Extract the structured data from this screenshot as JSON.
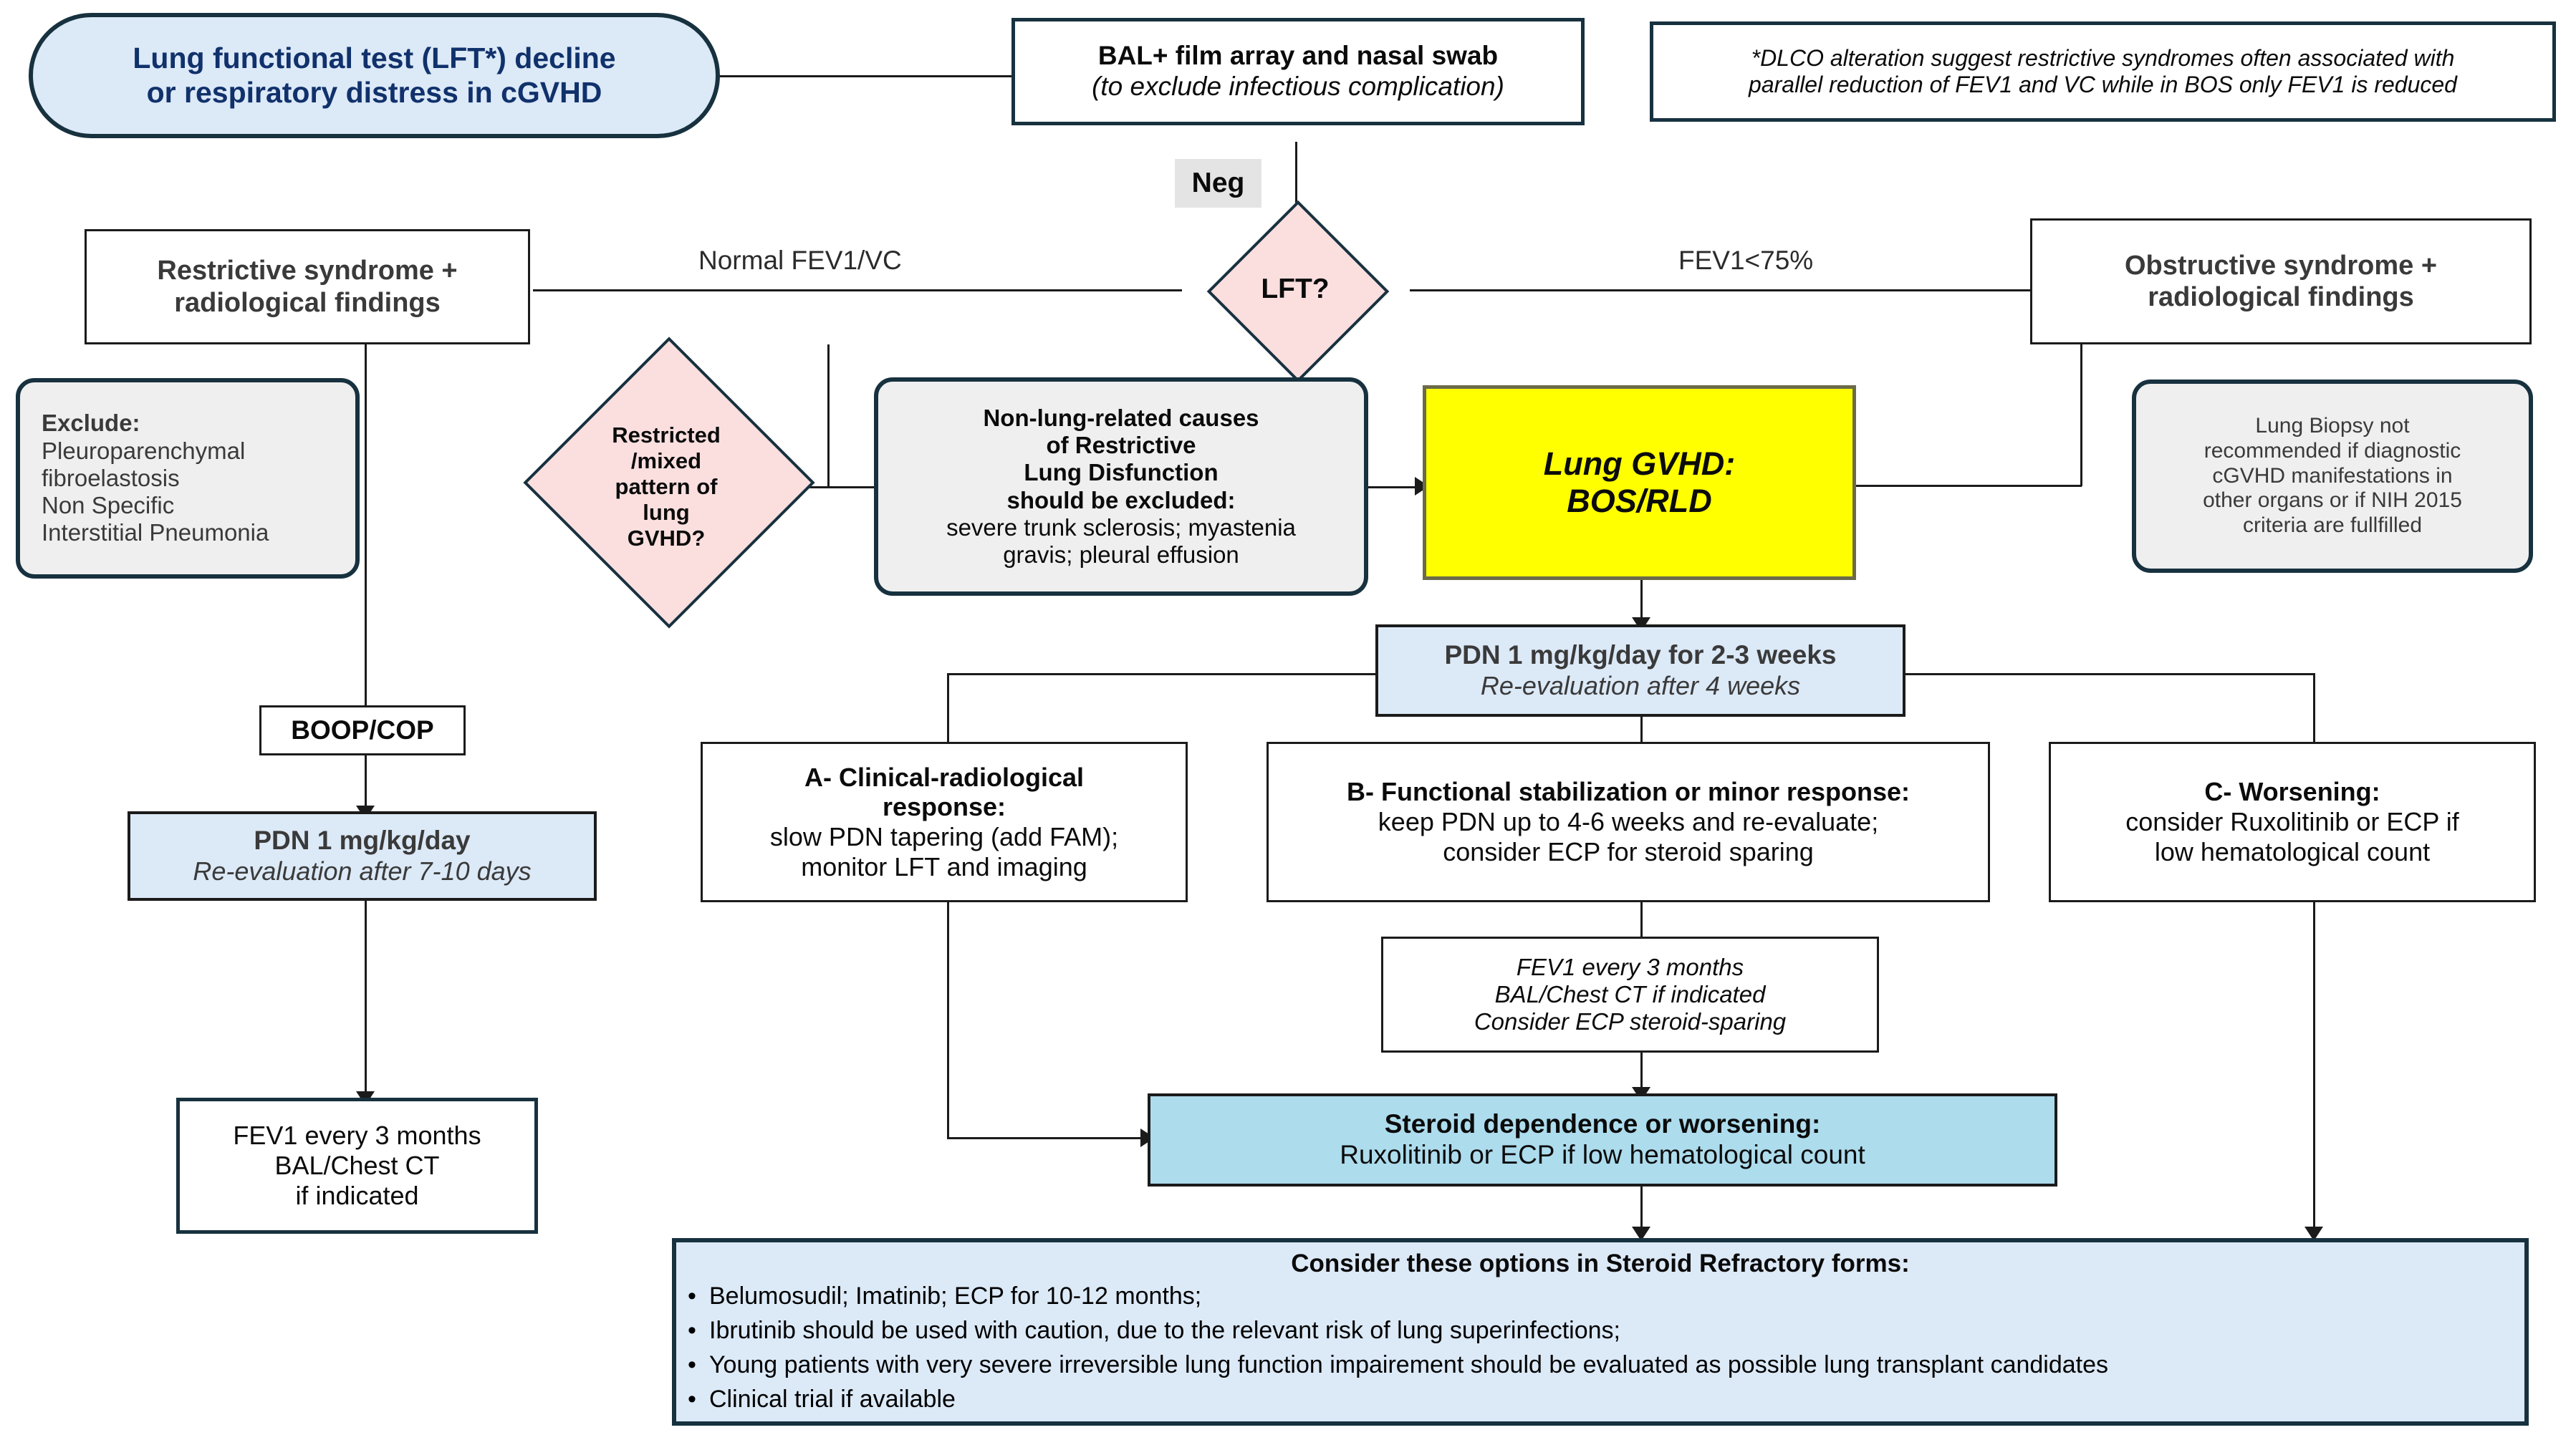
{
  "title": "Lung cGVHD diagnostic and treatment flowchart",
  "nodes": {
    "entry": {
      "line1": "Lung functional test (LFT*) decline",
      "line2": "or respiratory distress in cGVHD"
    },
    "bal": {
      "line1": "BAL+ film array and nasal swab",
      "line2": "(to exclude infectious  complication)"
    },
    "footnote": {
      "line1": "*DLCO alteration suggest restrictive syndromes often associated with",
      "line2": "parallel reduction of FEV1 and VC while in BOS only FEV1 is reduced"
    },
    "neg_label": "Neg",
    "lft_diamond": "LFT?",
    "restrictive": {
      "line1": "Restrictive syndrome +",
      "line2": "radiological findings"
    },
    "obstructive": {
      "line1": "Obstructive syndrome +",
      "line2": "radiological findings"
    },
    "exclude": {
      "heading": "Exclude:",
      "line1": "Pleuroparenchymal",
      "line2": "fibroelastosis",
      "line3": "Non Specific",
      "line4": "Interstitial Pneumonia"
    },
    "restricted_mixed": {
      "line1": "Restricted",
      "line2": "/mixed",
      "line3": "pattern of",
      "line4": "lung",
      "line5": "GVHD?"
    },
    "non_lung": {
      "line1": "Non-lung-related causes",
      "line2": "of Restrictive",
      "line3": "Lung Disfunction",
      "line4": "should be excluded:",
      "line5": "severe trunk sclerosis; myastenia",
      "line6": "gravis; pleural effusion"
    },
    "lung_gvhd": {
      "line1": "Lung GVHD:",
      "line2": "BOS/RLD"
    },
    "lung_biopsy": {
      "line1": "Lung Biopsy not",
      "line2": "recommended if diagnostic",
      "line3": "cGVHD manifestations in",
      "line4": "other organs  or  if NIH 2015",
      "line5": "criteria are fullfilled"
    },
    "pdn_main": {
      "line1": "PDN 1 mg/kg/day for 2-3 weeks",
      "line2": "Re-evaluation after 4 weeks"
    },
    "boop": "BOOP/COP",
    "pdn_left": {
      "line1": "PDN 1 mg/kg/day",
      "line2": "Re-evaluation after 7-10 days"
    },
    "fev1_left": {
      "line1": "FEV1 every 3 months",
      "line2": "BAL/Chest CT",
      "line3": "if indicated"
    },
    "option_a": {
      "line1": "A- Clinical-radiological",
      "line2": "response:",
      "line3": "slow PDN tapering (add FAM);",
      "line4": "monitor LFT and imaging"
    },
    "option_b": {
      "line1": "B- Functional stabilization or minor response:",
      "line2": "keep PDN up to 4-6 weeks  and re-evaluate;",
      "line3": "consider ECP for steroid sparing"
    },
    "option_c": {
      "line1": "C- Worsening:",
      "line2": "consider Ruxolitinib or ECP if",
      "line3": "low hematological count"
    },
    "fev1_mid": {
      "line1": "FEV1 every 3 months",
      "line2": "BAL/Chest CT if indicated",
      "line3": "Consider ECP steroid-sparing"
    },
    "steroid_dep": {
      "line1": "Steroid dependence or worsening:",
      "line2": "Ruxolitinib or ECP if low hematological count"
    },
    "refractory": {
      "heading": "Consider these options in Steroid Refractory  forms:",
      "bullets": [
        "Belumosudil; Imatinib; ECP for 10-12 months;",
        "Ibrutinib should be used with caution, due to the  relevant risk of lung superinfections;",
        "Young patients with very severe irreversible lung function impairement should be evaluated as possible lung transplant candidates",
        "Clinical trial if available"
      ]
    }
  },
  "edge_labels": {
    "normal_fev1_vc": "Normal FEV1/VC",
    "fev1_lt_75": "FEV1<75%"
  },
  "colors": {
    "pill_fill": "#dce9f7",
    "pill_text": "#10316b",
    "diamond_fill": "#fbdfdf",
    "navy_border": "#17313f",
    "gray_fill": "#efefef",
    "yellow_fill": "#ffff00",
    "blue_fill": "#dce9f7",
    "blue_strong": "#addced",
    "neg_fill": "#e4e4e4"
  }
}
